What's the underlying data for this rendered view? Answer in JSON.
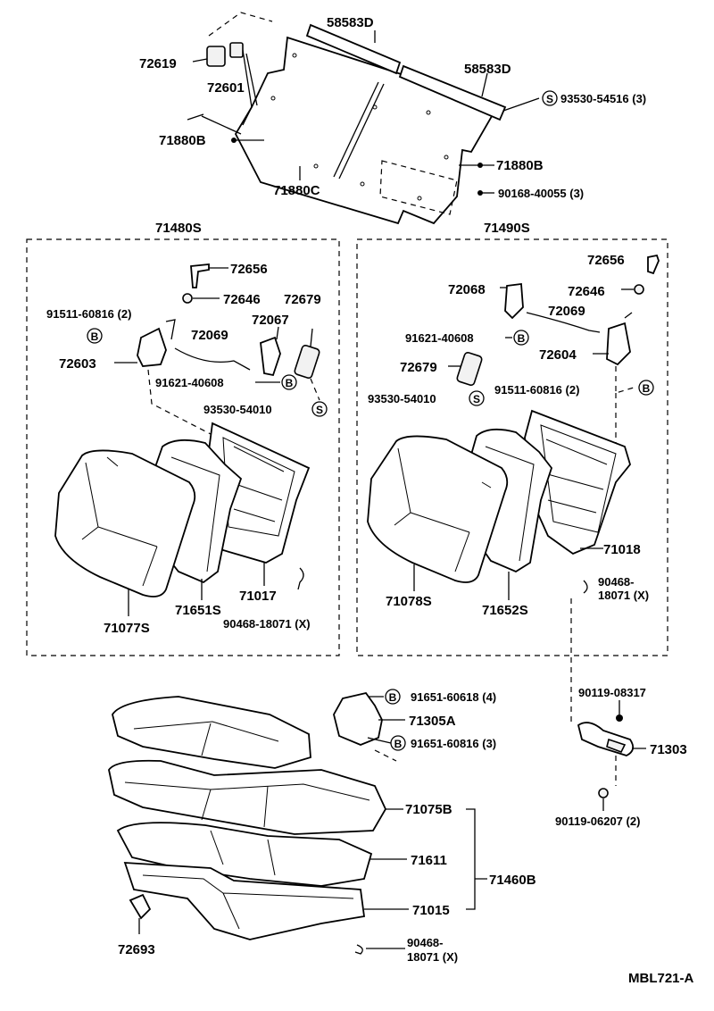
{
  "diagram": {
    "code": "MBL721-A",
    "groups": {
      "left_back": "71480S",
      "right_back": "71490S",
      "cushion_assy": "71460B"
    },
    "parts": {
      "p58583D_a": "58583D",
      "p58583D_b": "58583D",
      "p72619": "72619",
      "p72601": "72601",
      "p93530_54516": "93530-54516 (3)",
      "p71880B_a": "71880B",
      "p71880B_b": "71880B",
      "p71880C": "71880C",
      "p90168_40055": "90168-40055 (3)",
      "l72656": "72656",
      "l72646": "72646",
      "l72679": "72679",
      "l91511_60816": "91511-60816 (2)",
      "l72067": "72067",
      "l72069": "72069",
      "l72603": "72603",
      "l91621_40608": "91621-40608",
      "l93530_54010": "93530-54010",
      "l71077S": "71077S",
      "l71651S": "71651S",
      "l71017": "71017",
      "l90468_18071": "90468-18071 (X)",
      "r72656": "72656",
      "r72068": "72068",
      "r72646": "72646",
      "r72069": "72069",
      "r91621_40608": "91621-40608",
      "r72604": "72604",
      "r72679": "72679",
      "r91511_60816": "91511-60816 (2)",
      "r93530_54010": "93530-54010",
      "r71018": "71018",
      "r90468_a": "90468-",
      "r90468_b": "18071 (X)",
      "r71078S": "71078S",
      "r71652S": "71652S",
      "b91651_60618": "91651-60618 (4)",
      "b71305A": "71305A",
      "b91651_60816": "91651-60816 (3)",
      "b90119_08317": "90119-08317",
      "b71303": "71303",
      "b90119_06207": "90119-06207 (2)",
      "b71075B": "71075B",
      "b71611": "71611",
      "b71015": "71015",
      "b72693": "72693",
      "b90468_a": "90468-",
      "b90468_b": "18071 (X)"
    },
    "symbols": {
      "screw": "S",
      "bolt": "B"
    }
  }
}
